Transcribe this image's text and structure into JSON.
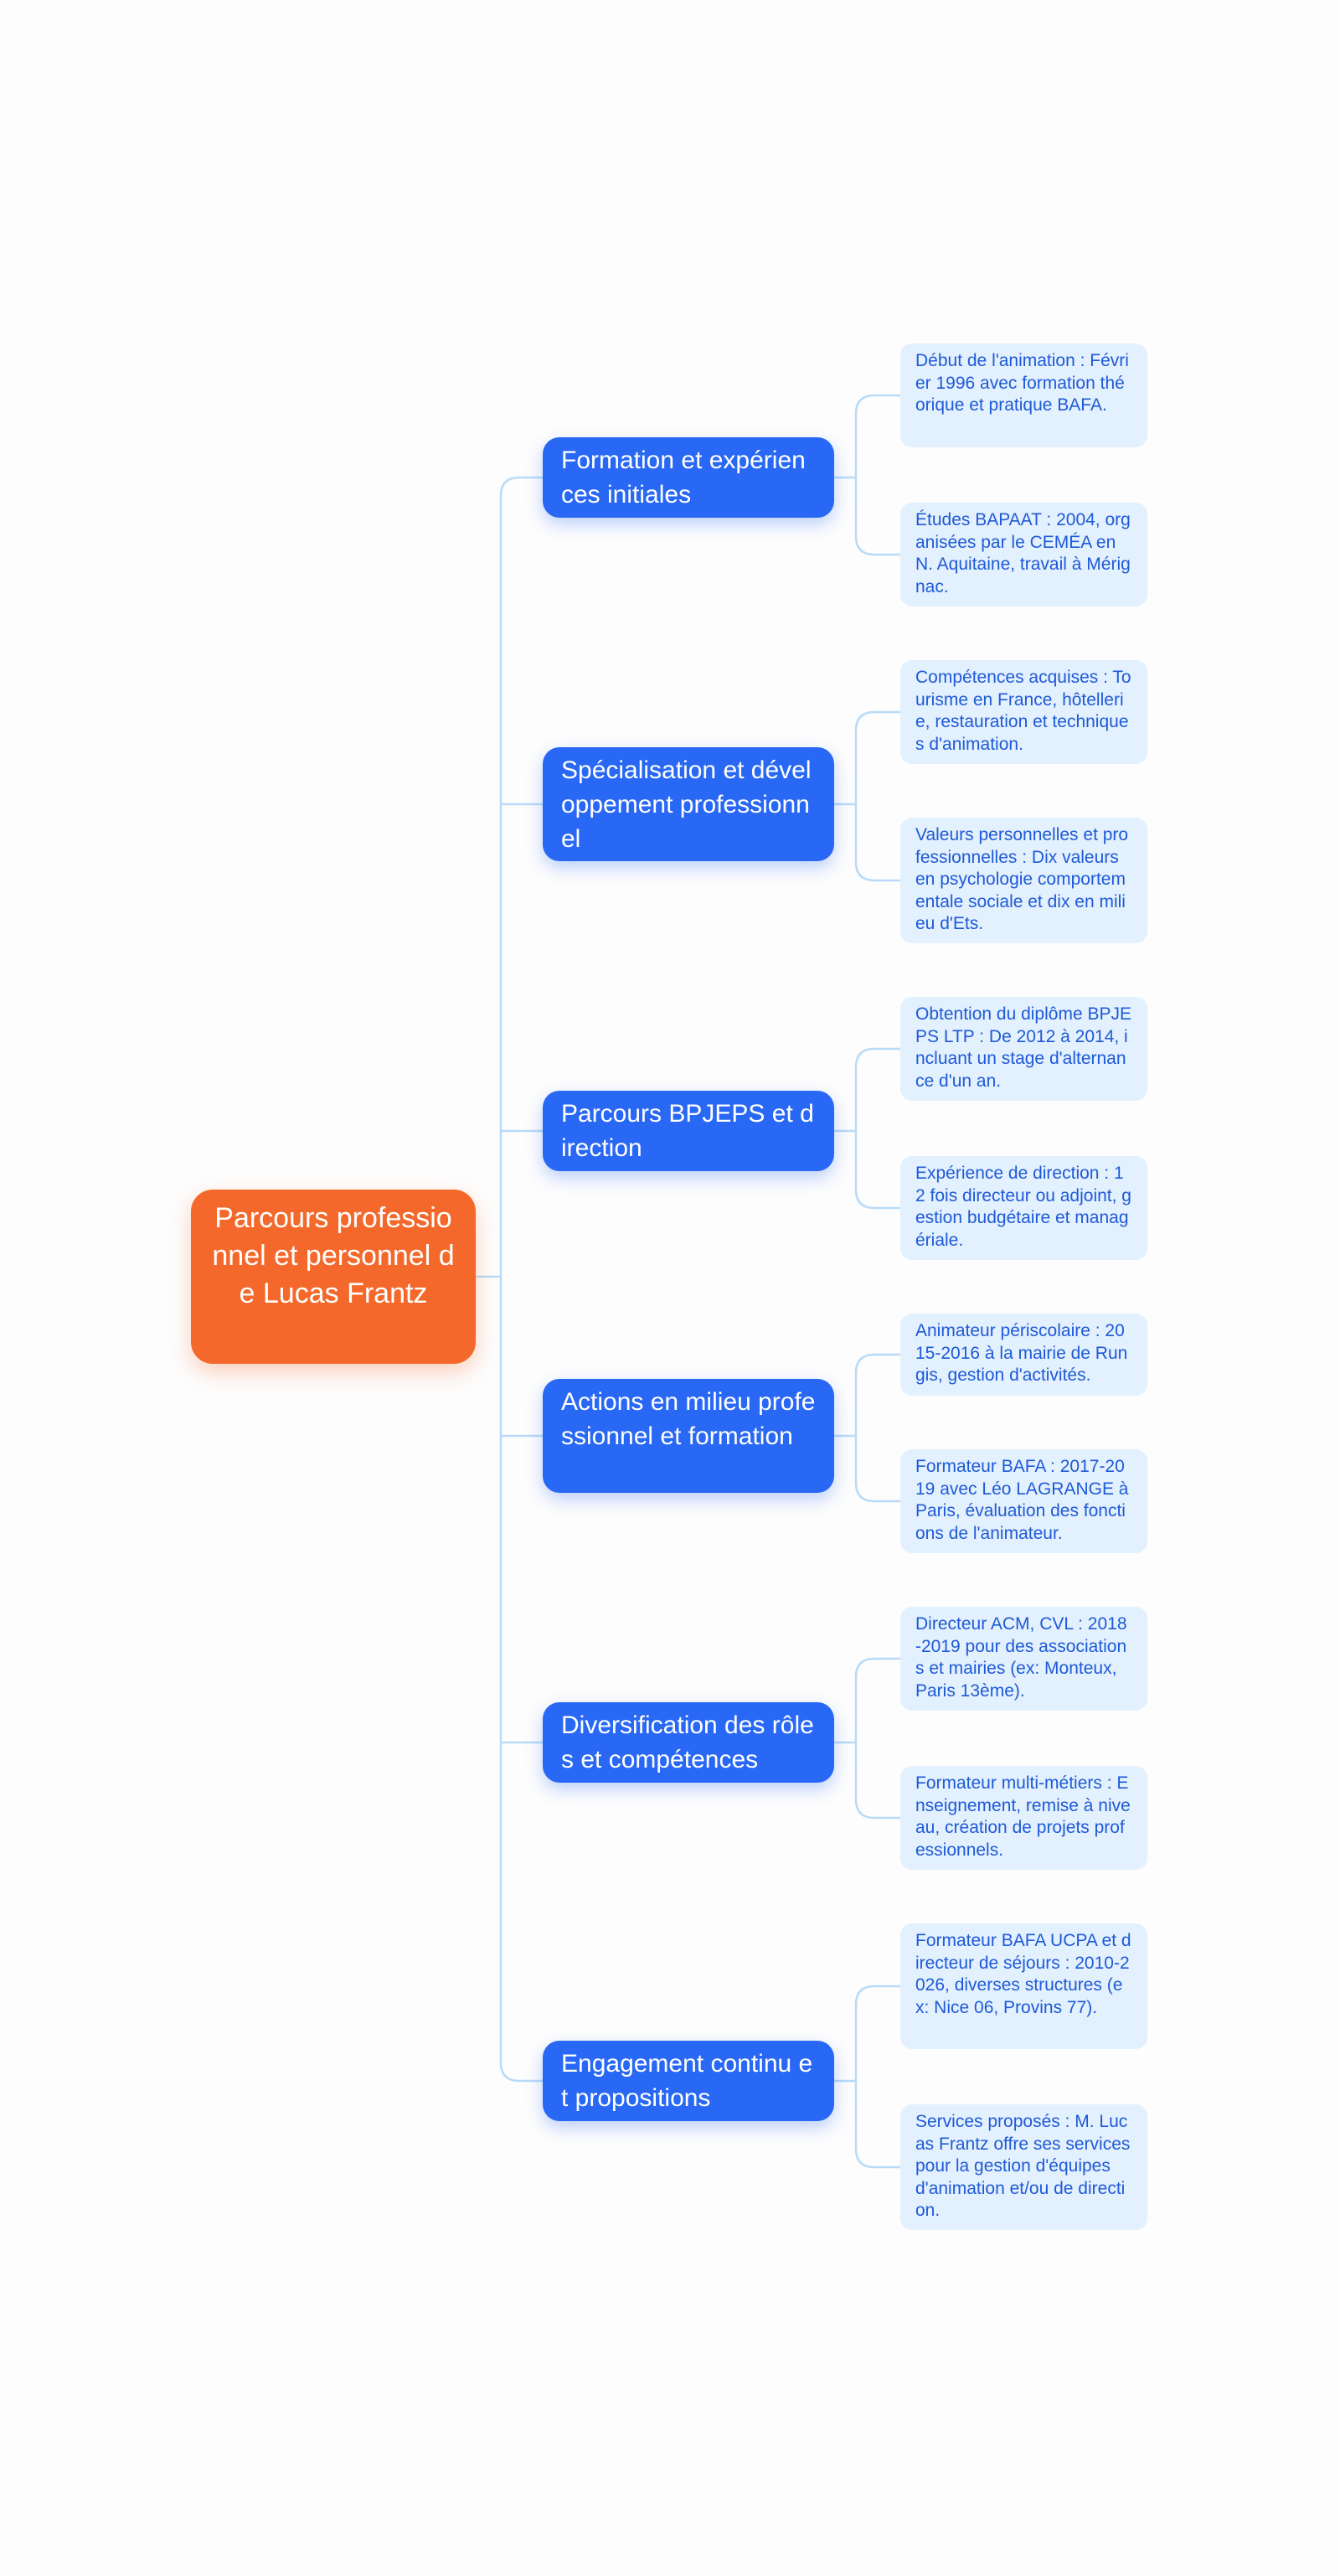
{
  "colors": {
    "root": "#f4692b",
    "branch": "#2868f5",
    "leaf_bg": "#e3f0fd",
    "leaf_text": "#1e5ad8",
    "connector": "#b9dbf7"
  },
  "mindmap": {
    "root": "Parcours professionnel et personnel de Lucas Frantz",
    "branches": [
      {
        "label": "Formation et expériences initiales",
        "leaves": [
          "Début de l'animation : Février 1996 avec formation théorique et pratique BAFA.",
          "Études BAPAAT : 2004, organisées par le CEMÉA en N. Aquitaine, travail à Mérignac."
        ]
      },
      {
        "label": "Spécialisation et développement professionnel",
        "leaves": [
          "Compétences acquises : Tourisme en France, hôtellerie, restauration et techniques d'animation.",
          "Valeurs personnelles et professionnelles : Dix valeurs en psychologie comportementale sociale et dix en milieu d'Ets."
        ]
      },
      {
        "label": "Parcours BPJEPS et direction",
        "leaves": [
          "Obtention du diplôme BPJEPS LTP : De 2012 à 2014, incluant un stage d'alternance d'un an.",
          "Expérience de direction : 12 fois directeur ou adjoint, gestion budgétaire et managériale."
        ]
      },
      {
        "label": "Actions en milieu professionnel et formation",
        "leaves": [
          "Animateur périscolaire : 2015-2016 à la mairie de Rungis, gestion d'activités.",
          "Formateur BAFA : 2017-2019 avec Léo LAGRANGE à Paris, évaluation des fonctions de l'animateur."
        ]
      },
      {
        "label": "Diversification des rôles et compétences",
        "leaves": [
          "Directeur ACM, CVL : 2018-2019 pour des associations et mairies (ex: Monteux, Paris 13ème).",
          "Formateur multi-métiers : Enseignement, remise à niveau, création de projets professionnels."
        ]
      },
      {
        "label": "Engagement continu et propositions",
        "leaves": [
          "Formateur BAFA UCPA et directeur de séjours : 2010-2026, diverses structures (ex: Nice 06, Provins 77).",
          "Services proposés : M. Lucas Frantz offre ses services pour la gestion d'équipes d'animation et/ou de direction."
        ]
      }
    ]
  }
}
